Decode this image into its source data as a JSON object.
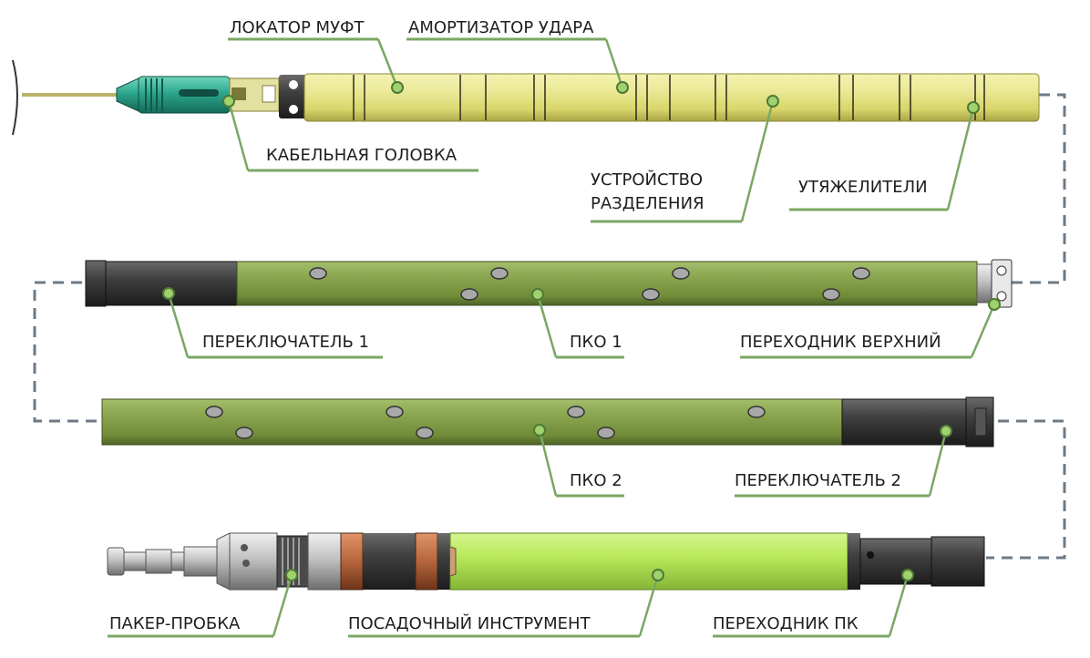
{
  "labels": {
    "locator": "ЛОКАТОР МУФТ",
    "shock_absorber": "АМОРТИЗАТОР УДАРА",
    "cable_head": "КАБЕЛЬНАЯ ГОЛОВКА",
    "separation_device_line1": "УСТРОЙСТВО",
    "separation_device_line2": "РАЗДЕЛЕНИЯ",
    "weights": "УТЯЖЕЛИТЕЛИ",
    "switch1": "ПЕРЕКЛЮЧАТЕЛЬ 1",
    "pko1": "ПКО 1",
    "adapter_top": "ПЕРЕХОДНИК ВЕРХНИЙ",
    "pko2": "ПКО 2",
    "switch2": "ПЕРЕКЛЮЧАТЕЛЬ 2",
    "packer_plug": "ПАКЕР-ПРОБКА",
    "setting_tool": "ПОСАДОЧНЫЙ ИНСТРУМЕНТ",
    "adapter_pk": "ПЕРЕХОДНИК ПК"
  },
  "colors": {
    "yellow_tube": "#e2e07e",
    "green_gun": "#7c9a41",
    "dark_steel": "#3d3d3d",
    "teal_head": "#2aa58a",
    "lime_tool": "#b8ea5a",
    "copper_band": "#b5653c",
    "leader": "#7aa764",
    "connector": "#6d7a86"
  }
}
